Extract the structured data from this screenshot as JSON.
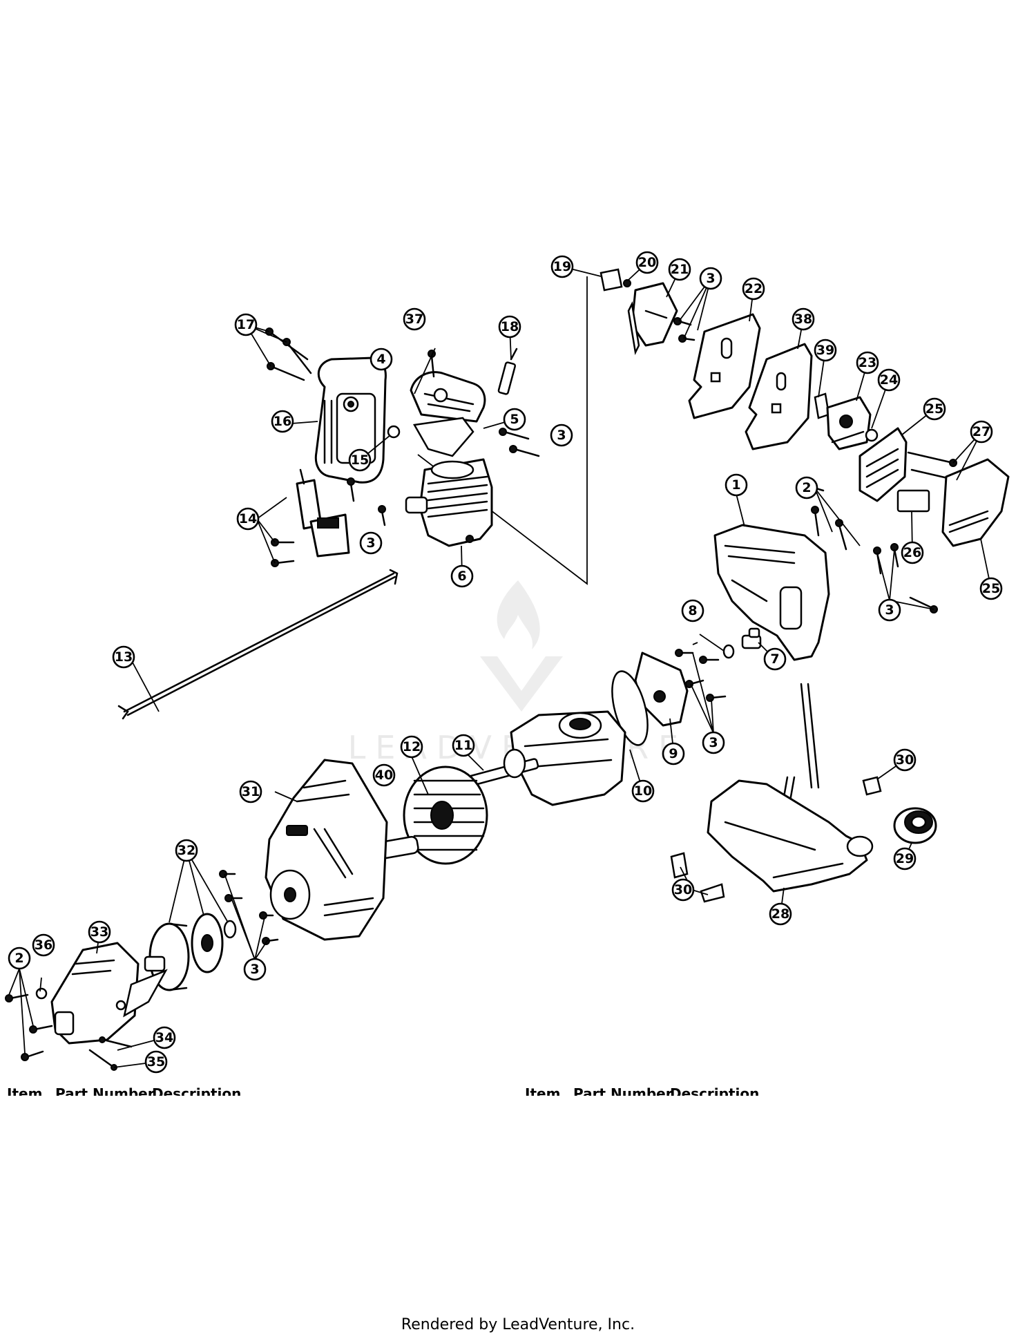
{
  "watermark": {
    "text": "LEADVENTURE"
  },
  "table_header": {
    "left": {
      "item": "Item",
      "part_number": "Part Number",
      "description": "Description"
    },
    "right": {
      "item": "Item",
      "part_number": "Part Number",
      "description": "Description"
    }
  },
  "footer": {
    "text": "Rendered by LeadVenture, Inc."
  },
  "callouts": [
    "1",
    "2",
    "3",
    "4",
    "5",
    "6",
    "7",
    "8",
    "9",
    "10",
    "11",
    "12",
    "13",
    "14",
    "15",
    "16",
    "17",
    "18",
    "19",
    "20",
    "21",
    "22",
    "23",
    "24",
    "25",
    "26",
    "27",
    "28",
    "29",
    "30",
    "31",
    "32",
    "33",
    "34",
    "35",
    "36",
    "37",
    "38",
    "39",
    "40"
  ]
}
